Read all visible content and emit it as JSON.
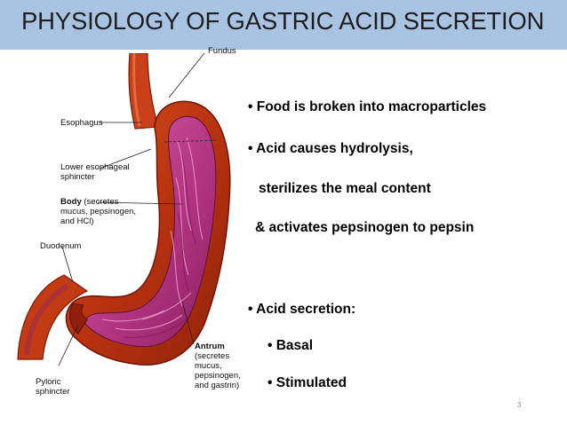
{
  "slide": {
    "title": "PHYSIOLOGY OF GASTRIC ACID SECRETION",
    "page_number": "3",
    "colors": {
      "title_bar": "#a9c4e3",
      "stomach_outer": "#c23b12",
      "mucosa": "#b0367a"
    }
  },
  "bullets": [
    "• Food is broken into macroparticles",
    "•  Acid causes hydrolysis,",
    "sterilizes the meal content",
    "& activates pepsinogen to pepsin",
    "• Acid secretion:",
    "• Basal",
    "• Stimulated"
  ],
  "diagram_labels": {
    "fundus": "Fundus",
    "esophagus": "Esophagus",
    "les_1": "Lower esophageal",
    "les_2": "sphincter",
    "body_1": "Body",
    "body_1_rest": " (secretes",
    "body_2": "mucus, pepsinogen,",
    "body_3": "and HCl)",
    "duodenum": "Duodenum",
    "pyloric_1": "Pyloric",
    "pyloric_2": "sphincter",
    "antrum_1": "Antrum",
    "antrum_2": "(secretes",
    "antrum_3": "mucus,",
    "antrum_4": "pepsinogen,",
    "antrum_5": "and gastrin)"
  }
}
